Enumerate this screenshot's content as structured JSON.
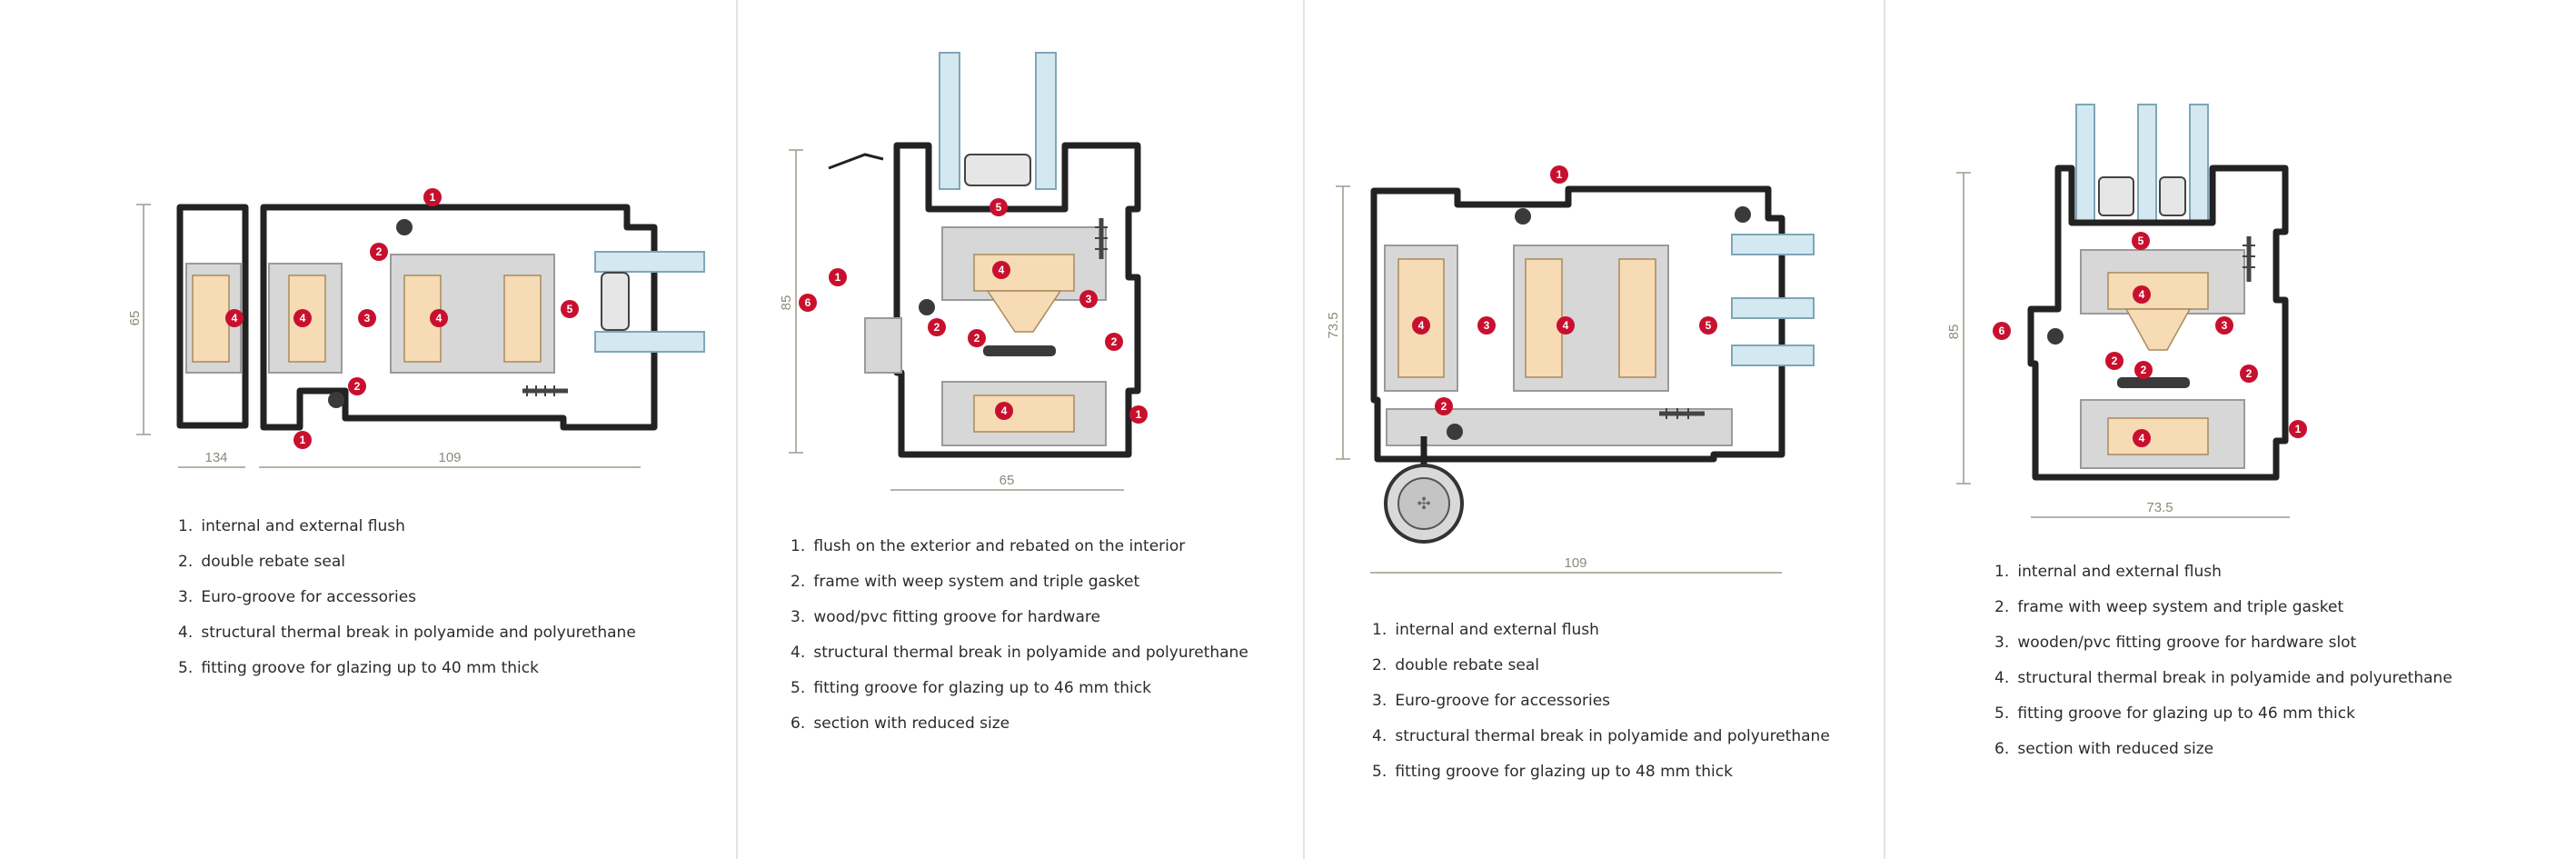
{
  "panels": [
    {
      "dims": {
        "height": "65",
        "left_width": "134",
        "right_width": "109"
      },
      "legend": [
        {
          "n": "1.",
          "text": "internal and external flush"
        },
        {
          "n": "2.",
          "text": "double rebate seal"
        },
        {
          "n": "3.",
          "text": "Euro-groove for accessories"
        },
        {
          "n": "4.",
          "text": "structural thermal break in polyamide and polyurethane"
        },
        {
          "n": "5.",
          "text": "fitting groove for glazing up to 40 mm thick"
        }
      ]
    },
    {
      "dims": {
        "height": "85",
        "width": "65"
      },
      "legend": [
        {
          "n": "1.",
          "text": "flush on the exterior and rebated on the interior"
        },
        {
          "n": "2.",
          "text": "frame with weep system and triple gasket"
        },
        {
          "n": "3.",
          "text": "wood/pvc fitting groove for hardware"
        },
        {
          "n": "4.",
          "text": "structural thermal break in polyamide and polyurethane"
        },
        {
          "n": "5.",
          "text": "fitting groove for glazing up to 46 mm thick"
        },
        {
          "n": "6.",
          "text": "section with reduced size"
        }
      ]
    },
    {
      "dims": {
        "height": "73.5",
        "width": "109"
      },
      "legend": [
        {
          "n": "1.",
          "text": "internal and external flush"
        },
        {
          "n": "2.",
          "text": "double rebate seal"
        },
        {
          "n": "3.",
          "text": "Euro-groove for accessories"
        },
        {
          "n": "4.",
          "text": "structural thermal break in polyamide and polyurethane"
        },
        {
          "n": "5.",
          "text": "fitting groove for glazing up to 48 mm thick"
        }
      ]
    },
    {
      "dims": {
        "height": "85",
        "width": "73.5"
      },
      "legend": [
        {
          "n": "1.",
          "text": "internal and external flush"
        },
        {
          "n": "2.",
          "text": "frame with weep system and triple gasket"
        },
        {
          "n": "3.",
          "text": "wooden/pvc fitting groove for hardware slot"
        },
        {
          "n": "4.",
          "text": "structural thermal break in polyamide and polyurethane"
        },
        {
          "n": "5.",
          "text": "fitting groove for glazing up to 46 mm thick"
        },
        {
          "n": "6.",
          "text": "section with reduced size"
        }
      ]
    }
  ],
  "markers": [
    "1",
    "2",
    "3",
    "4",
    "5",
    "6"
  ],
  "colors": {
    "marker": "#c8102e",
    "frame": "#222222",
    "aluminium": "#d7d7d7",
    "insulation": "#f6dbb4",
    "glass": "#d3e8f1",
    "divider": "#e4e4e4"
  }
}
